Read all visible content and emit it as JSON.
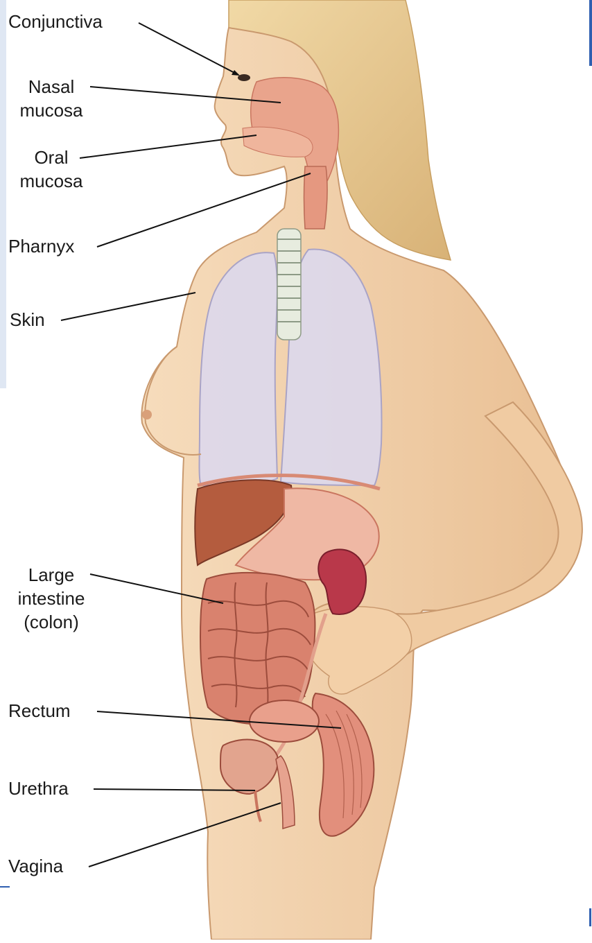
{
  "diagram": {
    "labels": {
      "conjunctiva": "Conjunctiva",
      "nasal_mucosa": "Nasal\nmucosa",
      "oral_mucosa": "Oral\nmucosa",
      "pharynx": "Pharnyx",
      "skin": "Skin",
      "large_intestine": "Large\nintestine\n(colon)",
      "rectum": "Rectum",
      "urethra": "Urethra",
      "vagina": "Vagina"
    },
    "colors": {
      "skin": "#f3d2ad",
      "hair": "#e8c98f",
      "lungs": "#dcd8ec",
      "liver": "#b45c3e",
      "stomach": "#efb8a4",
      "intestine": "#d9826e",
      "kidney": "#b9384a",
      "trachea": "#e7ecdf",
      "leader": "#111111",
      "edge_accent": "#2f5fb0"
    }
  }
}
